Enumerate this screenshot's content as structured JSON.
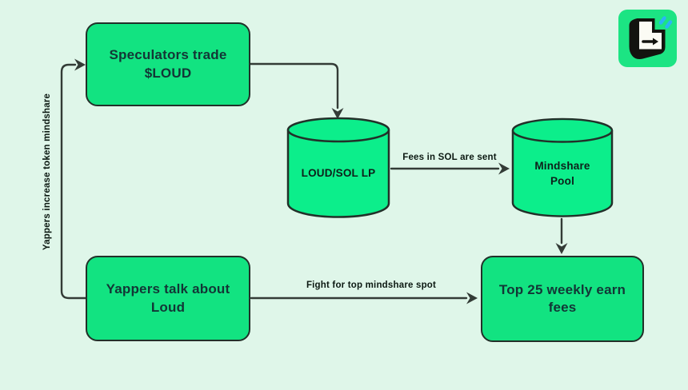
{
  "colors": {
    "background": "#dff6e9",
    "node_green": "#12e381",
    "cylinder_green": "#0cee8b",
    "stroke_dark": "#333b36",
    "node_border": "#223029",
    "node_text": "#133636",
    "label_text": "#0c1912",
    "logo_green": "#1ce483",
    "logo_spark_blue": "#2ab5f5"
  },
  "nodes": {
    "speculators": {
      "label": "Speculators trade $LOUD"
    },
    "yappers": {
      "label": "Yappers talk about Loud"
    },
    "top25": {
      "label": "Top 25 weekly earn fees"
    }
  },
  "cylinders": {
    "loudsol": {
      "label": "LOUD/SOL LP"
    },
    "mindshare": {
      "label": "Mindshare Pool"
    }
  },
  "edge_labels": {
    "loop": "Yappers increase token mindshare",
    "fees": "Fees in SOL are sent",
    "fight": "Fight for top mindshare spot"
  },
  "logo": {
    "name": "LOUD logo"
  }
}
